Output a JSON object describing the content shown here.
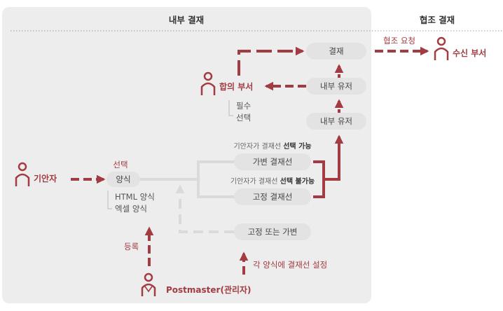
{
  "sections": {
    "internal_title": "내부 결재",
    "coop_title": "협조 결재"
  },
  "nodes": {
    "approval": "결재",
    "internal_circ_1": "내부 유저",
    "internal_circ_2": "내부 유저",
    "agree_dept": "합의 부서",
    "agree_option_required": "필수",
    "agree_option_select": "선택",
    "drafter": "기안자",
    "form_select_label": "선택",
    "form": "양식",
    "form_option_html": "HTML 양식",
    "form_option_excel": "엑셀 양식",
    "variable_line": "가변 결재선",
    "fixed_line": "고정 결재선",
    "fixed_or_variable": "고정 또는 가변",
    "postmaster": "Postmaster(관리자)",
    "register": "등록",
    "per_form_setting": "각 양식에 결재선 설정",
    "coop_request": "협조 요청",
    "receiving_dept": "수신 부서"
  },
  "notes": {
    "variable_prefix": "기안자가 결재선 ",
    "variable_bold": "선택 가능",
    "fixed_prefix": "기안자가 결재선 ",
    "fixed_bold": "선택 불가능"
  },
  "colors": {
    "accent": "#a33b42",
    "panel": "#ededed",
    "pill": "#e3e3e3",
    "gray_line": "#dadada"
  }
}
